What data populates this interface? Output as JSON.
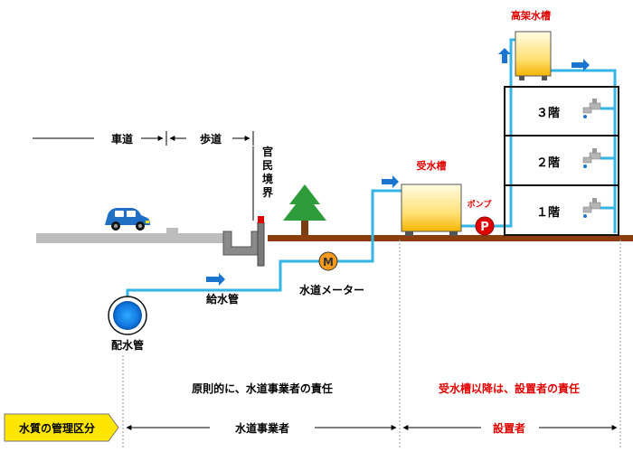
{
  "labels": {
    "roadway": "車道",
    "sidewalk": "歩道",
    "boundary": [
      "官",
      "民",
      "境",
      "界"
    ],
    "distribution_pipe": "配水管",
    "service_pipe": "給水管",
    "water_meter": "水道メーター",
    "receiving_tank": "受水槽",
    "pump": "ポンプ",
    "pump_symbol": "P",
    "meter_symbol": "M",
    "elevated_tank": "高架水槽",
    "floor_3": "３階",
    "floor_2": "２階",
    "floor_1": "１階",
    "principle_text": "原則的に、水道事業者の責任",
    "after_tank_text": "受水槽以降は、設置者の責任",
    "management_badge": "水質の管理区分",
    "utility_section": "水道事業者",
    "owner_section": "設置者"
  },
  "colors": {
    "pipe": "#33b5e5",
    "ground": "#8b3d10",
    "road": "#bdbdbd",
    "car": "#1f6fc4",
    "tree": "#2e9c3a",
    "arrow": "#1b75d0",
    "accent_red": "#e00000",
    "badge": "#ffe600",
    "meter": "#f59a1c"
  }
}
